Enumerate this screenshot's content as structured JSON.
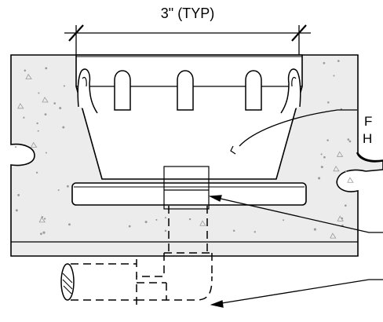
{
  "dimension": {
    "label": "3\" (TYP)"
  },
  "callouts": [
    {
      "text_line1": "F",
      "text_line2": "H"
    }
  ],
  "colors": {
    "line": "#000000",
    "concrete_fill": "#ececec",
    "stipple": "#9a9a9a",
    "background": "#ffffff"
  }
}
